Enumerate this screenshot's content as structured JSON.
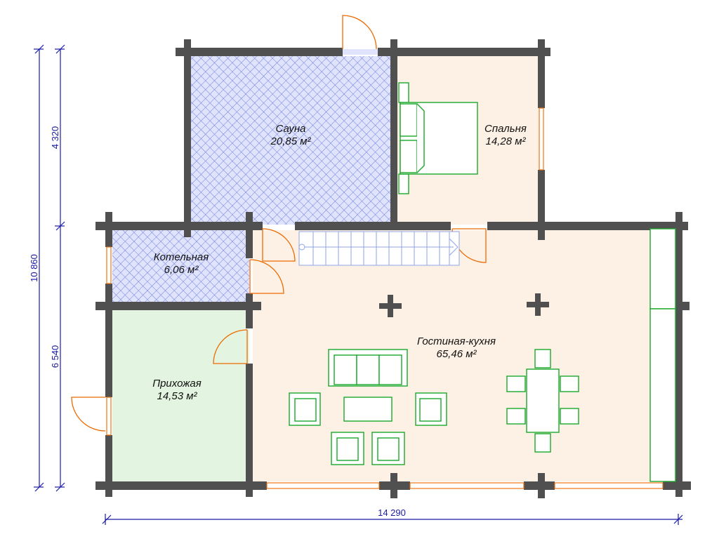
{
  "rooms": {
    "sauna": {
      "name": "Сауна",
      "area": "20,85 м²"
    },
    "bedroom": {
      "name": "Спальня",
      "area": "14,28 м²"
    },
    "boiler": {
      "name": "Котельная",
      "area": "6,06 м²"
    },
    "hall": {
      "name": "Прихожая",
      "area": "14,53 м²"
    },
    "living": {
      "name": "Гостиная-кухня",
      "area": "65,46 м²"
    }
  },
  "dimensions": {
    "total_width": "14 290",
    "total_height": "10 860",
    "upper_height": "4 320",
    "lower_height": "6 540"
  },
  "colors": {
    "wall": "#505050",
    "sauna_fill": "#dfe3fb",
    "sauna_hatch": "#6f7fe0",
    "bedroom_fill": "#fdf1e6",
    "hall_fill": "#e3f5e0",
    "living_fill": "#fdf1e6",
    "door": "#ee6a00",
    "furniture": "#1aa82a",
    "dimension": "#1a1aa6"
  }
}
